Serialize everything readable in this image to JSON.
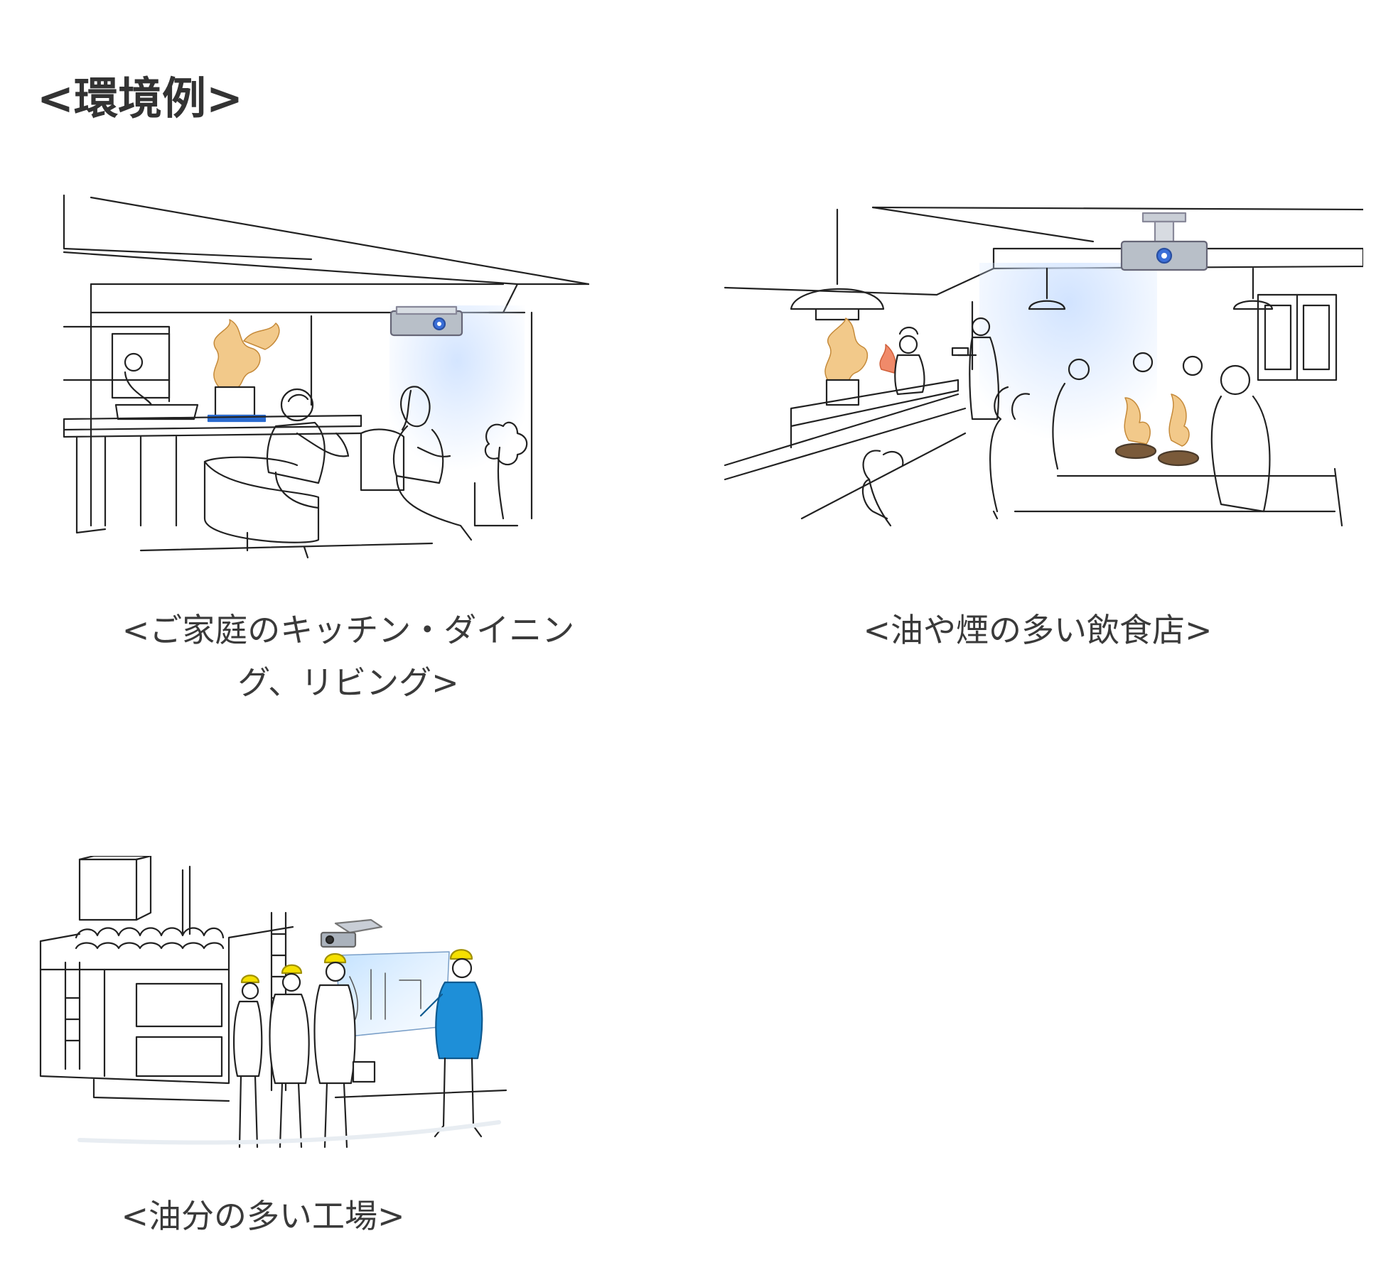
{
  "heading": "<環境例>",
  "examples": [
    {
      "id": "kitchen",
      "caption_line1": "<ご家庭のキッチン・ダイニン",
      "caption_line2": "グ、リビング>"
    },
    {
      "id": "restaurant",
      "caption_line1": "<油や煙の多い飲食店>"
    },
    {
      "id": "factory",
      "caption_line1": "<油分の多い工場>"
    }
  ],
  "colors": {
    "line": "#222222",
    "projector_glow": "#cfe2ff",
    "projector_lens": "#3b6fd8",
    "steam": "#f2c98a",
    "hardhat": "#f5e000",
    "worker_blue": "#1e8fd8"
  }
}
